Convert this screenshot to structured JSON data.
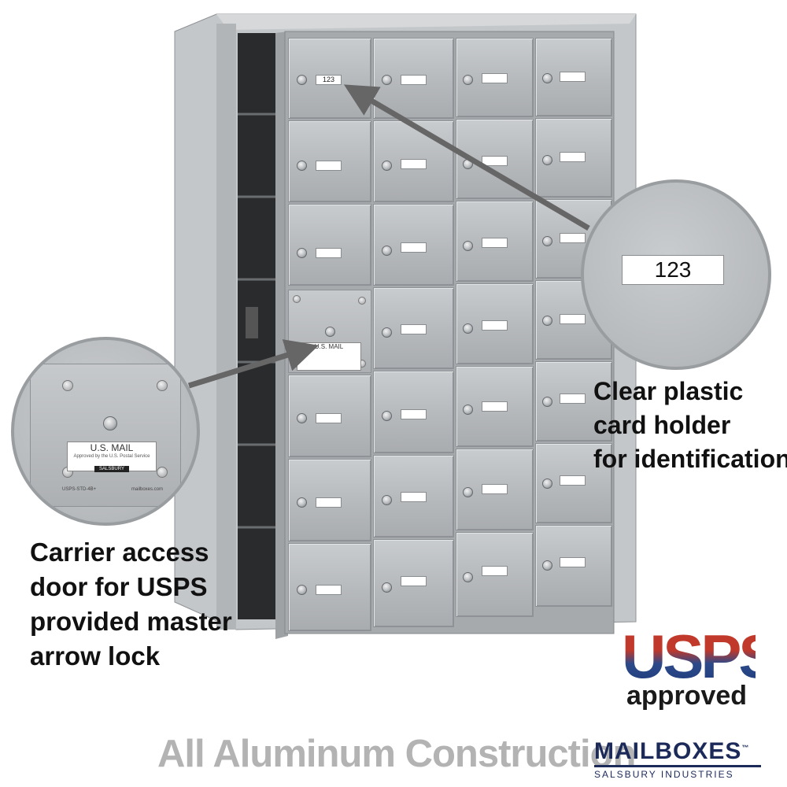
{
  "product_image": {
    "sample_box_number": "123",
    "carrier_label": {
      "title": "U.S. MAIL",
      "subtitle": "Approved by the U.S. Postal Service",
      "maker_badge": "SALSBURY",
      "left_code": "USPS-STD-4B+",
      "right_code": "mailboxes.com"
    }
  },
  "zoom_right": {
    "card_number": "123"
  },
  "callouts": {
    "card_holder": [
      "Clear plastic",
      "card holder",
      "for identification"
    ],
    "carrier_door": [
      "Carrier access",
      "door for USPS",
      "provided master",
      "arrow lock"
    ]
  },
  "usps_logo": {
    "word": "USPS",
    "approved": "approved"
  },
  "tagline": "All Aluminum Construction",
  "brand": {
    "name": "MAILBOXES",
    "trademark": "™",
    "sub": "SALSBURY INDUSTRIES"
  },
  "colors": {
    "brand_navy": "#1c2a5a",
    "usps_red": "#c0392b",
    "usps_blue": "#2c4a8a",
    "aluminum": "#b6b9bc",
    "tagline_gray": "#b3b3b3"
  }
}
